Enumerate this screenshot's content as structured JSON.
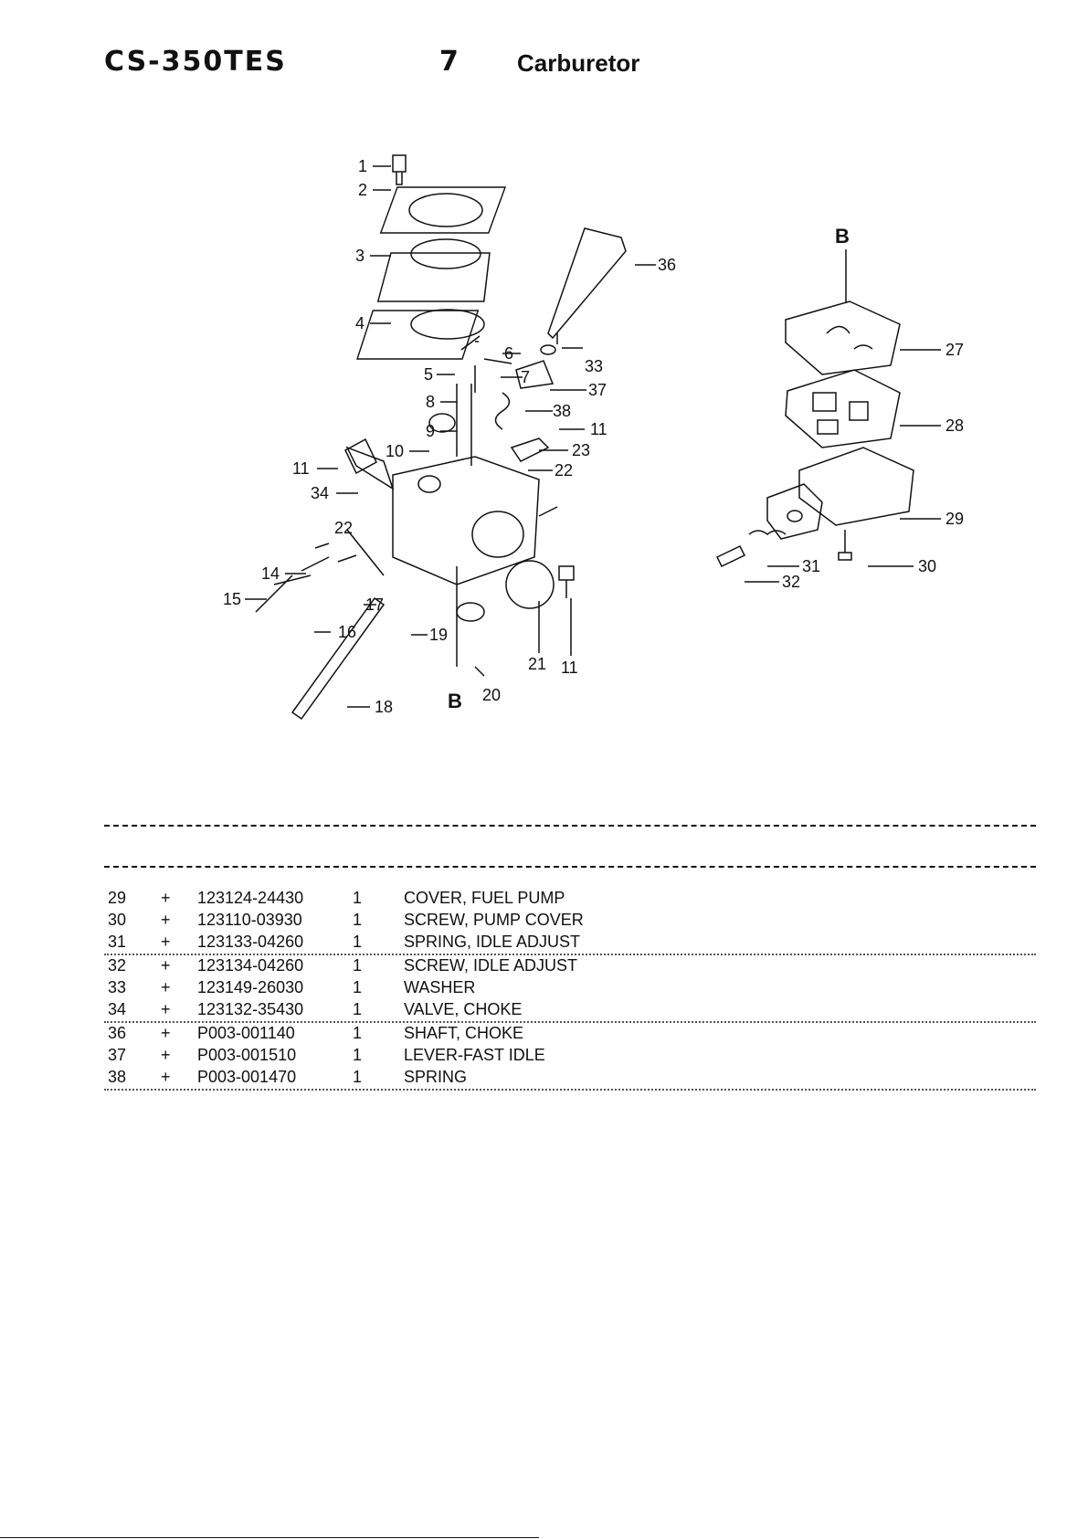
{
  "header": {
    "model": "CS-350TES",
    "section_number": "7",
    "section_title": "Carburetor"
  },
  "diagram": {
    "callouts": [
      "1",
      "2",
      "3",
      "4",
      "5",
      "6",
      "7",
      "8",
      "9",
      "10",
      "11",
      "34",
      "22",
      "14",
      "15",
      "16",
      "17",
      "19",
      "18",
      "20",
      "21",
      "11",
      "36",
      "33",
      "37",
      "38",
      "11",
      "23",
      "22",
      "27",
      "28",
      "29",
      "31",
      "30",
      "32"
    ],
    "group_markers": [
      "B",
      "B"
    ]
  },
  "parts_table": {
    "rows": [
      {
        "no": "29",
        "mark": "+",
        "part_number": "123124-24430",
        "qty": "1",
        "description": "COVER, FUEL PUMP"
      },
      {
        "no": "30",
        "mark": "+",
        "part_number": "123110-03930",
        "qty": "1",
        "description": "SCREW, PUMP COVER"
      },
      {
        "no": "31",
        "mark": "+",
        "part_number": "123133-04260",
        "qty": "1",
        "description": "SPRING, IDLE ADJUST"
      },
      {
        "no": "32",
        "mark": "+",
        "part_number": "123134-04260",
        "qty": "1",
        "description": "SCREW, IDLE ADJUST"
      },
      {
        "no": "33",
        "mark": "+",
        "part_number": "123149-26030",
        "qty": "1",
        "description": "WASHER"
      },
      {
        "no": "34",
        "mark": "+",
        "part_number": "123132-35430",
        "qty": "1",
        "description": "VALVE, CHOKE"
      },
      {
        "no": "36",
        "mark": "+",
        "part_number": "P003-001140",
        "qty": "1",
        "description": "SHAFT, CHOKE"
      },
      {
        "no": "37",
        "mark": "+",
        "part_number": "P003-001510",
        "qty": "1",
        "description": "LEVER-FAST IDLE"
      },
      {
        "no": "38",
        "mark": "+",
        "part_number": "P003-001470",
        "qty": "1",
        "description": "SPRING"
      }
    ]
  }
}
